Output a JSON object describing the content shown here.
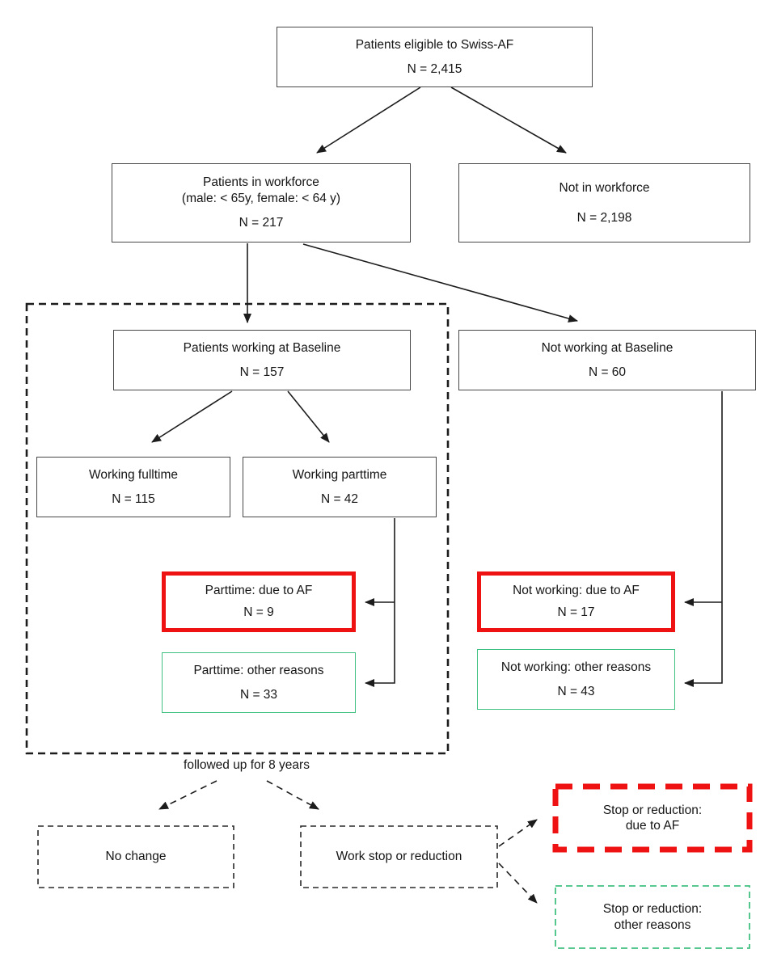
{
  "colors": {
    "red": "#ee1212",
    "green": "#41c181",
    "boxborder": "#474747",
    "ink": "#151515"
  },
  "boxes": {
    "eligible": {
      "title": "Patients eligible to Swiss-AF",
      "n": "N = 2,415"
    },
    "workforce": {
      "title": "Patients in workforce",
      "subtitle": "(male: < 65y, female: < 64 y)",
      "n": "N = 217"
    },
    "not_workforce": {
      "title": "Not in workforce",
      "n": "N = 2,198"
    },
    "working_baseline": {
      "title": "Patients working at Baseline",
      "n": "N = 157"
    },
    "not_working_baseline": {
      "title": "Not working at Baseline",
      "n": "N = 60"
    },
    "fulltime": {
      "title": "Working fulltime",
      "n": "N = 115"
    },
    "parttime": {
      "title": "Working parttime",
      "n": "N = 42"
    },
    "parttime_af": {
      "title": "Parttime: due to AF",
      "n": "N = 9"
    },
    "parttime_other": {
      "title": "Parttime: other reasons",
      "n": "N = 33"
    },
    "not_working_af": {
      "title": "Not working: due to AF",
      "n": "N = 17"
    },
    "not_working_other": {
      "title": "Not working: other reasons",
      "n": "N = 43"
    },
    "no_change": {
      "title": "No change"
    },
    "work_stop": {
      "title": "Work stop or reduction"
    },
    "stop_af": {
      "title": "Stop or reduction:",
      "subtitle": "due to AF"
    },
    "stop_other": {
      "title": "Stop or reduction:",
      "subtitle": "other reasons"
    }
  },
  "followup_label": "followed up for 8 years"
}
